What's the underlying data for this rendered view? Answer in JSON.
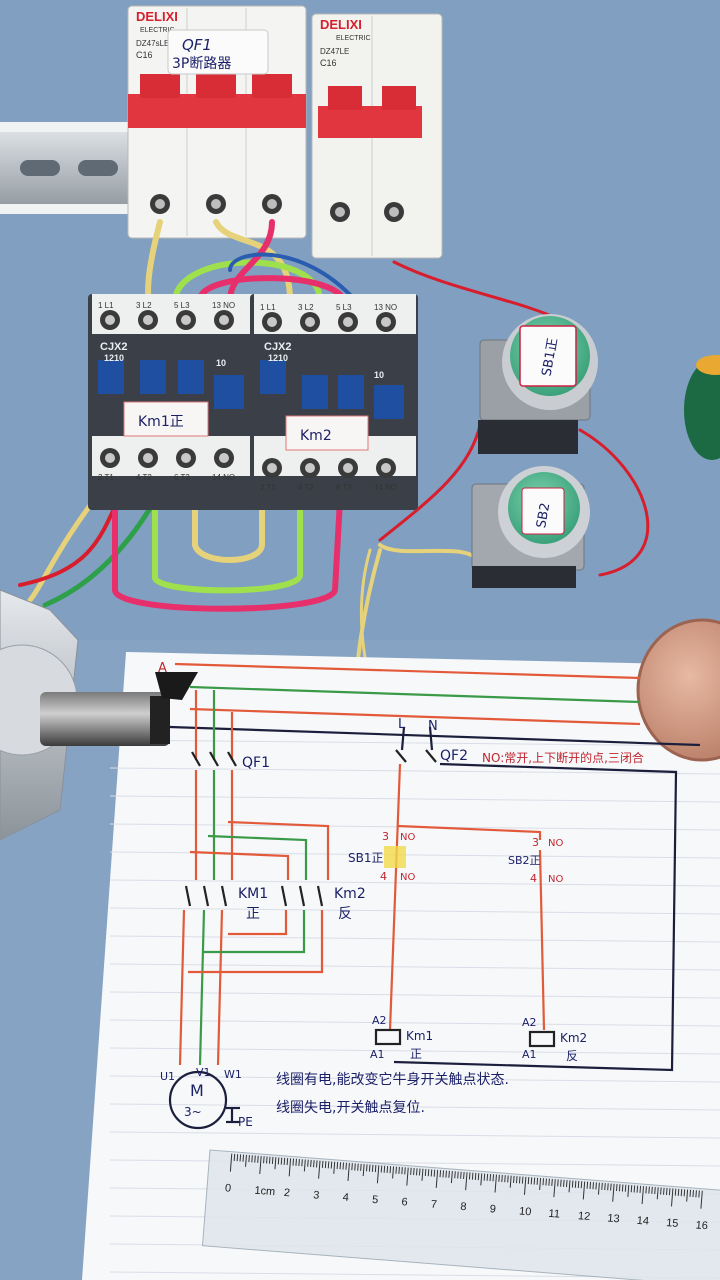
{
  "breakers": {
    "brand": "DELIXI",
    "sub": "ELECTRIC",
    "qf1_model": "DZ47sLE",
    "qf1_rating": "C16",
    "qf2_model": "DZ47LE",
    "qf2_rating": "C16",
    "qf1_tag_line1": "QF1",
    "qf1_tag_line2": "3P断路器"
  },
  "contactors": {
    "model": "CJX2",
    "size": "1210",
    "aux": "10",
    "km1_label": "Km1正",
    "km2_label": "Km2",
    "top_terminals": [
      "1 L1",
      "3 L2",
      "5 L3",
      "13 NO"
    ],
    "bottom_terminals": [
      "2 T1",
      "4 T2",
      "6 T3",
      "14 NO"
    ]
  },
  "buttons": {
    "sb1_label": "SB1正",
    "sb2_label": "SB2"
  },
  "diagram": {
    "phase_a": "A",
    "qf1": "QF1",
    "km1": "KM1",
    "km1_sub": "正",
    "km2_main": "Km2",
    "km2_main_sub": "反",
    "l": "L",
    "n": "N",
    "qf2": "QF2",
    "qf2_note": "NO:常开,上下断开的点,三闭合",
    "sb1": "SB1正",
    "sb2": "SB2正",
    "no3_left": "3",
    "no4_left": "4",
    "no3_right": "3",
    "no4_right": "4",
    "no": "NO",
    "a2": "A2",
    "a1": "A1",
    "coil_km1": "Km1",
    "coil_km1_sub": "正",
    "coil_km2": "Km2",
    "coil_km2_sub": "反",
    "u1": "U1",
    "v1": "V1",
    "w1": "W1",
    "motor_m": "M",
    "motor_3ph": "3~",
    "pe": "PE",
    "note_line1": "线圈有电,能改变它牛身开关触点状态.",
    "note_line2": "线圈失电,开关触点复位."
  },
  "ruler": {
    "unit": "1cm",
    "ticks": [
      "0",
      "1cm",
      "2",
      "3",
      "4",
      "5",
      "6",
      "7",
      "8",
      "9",
      "10",
      "11",
      "12",
      "13",
      "14",
      "15",
      "16"
    ]
  }
}
